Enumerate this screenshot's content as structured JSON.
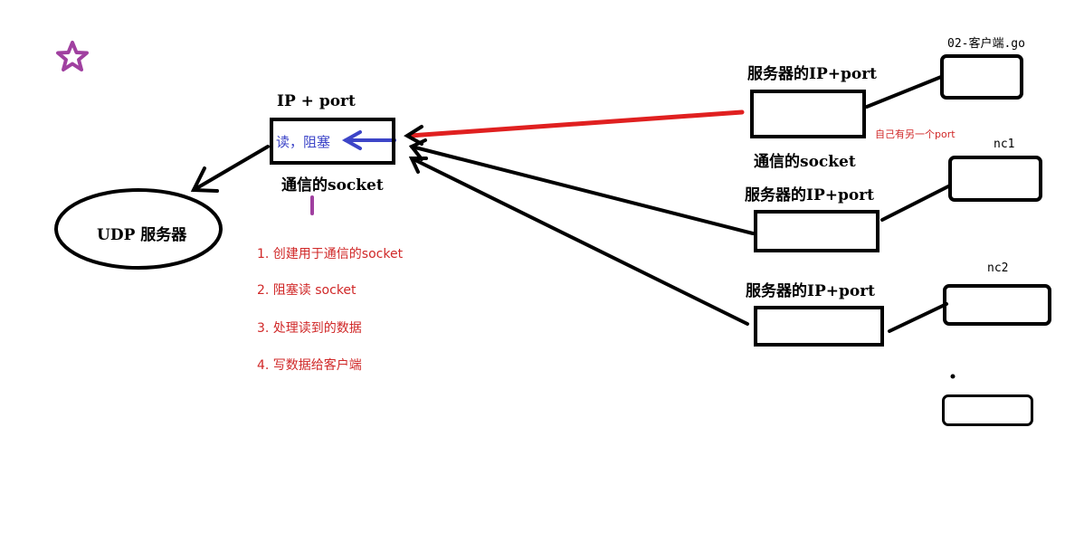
{
  "colors": {
    "line": "#000000",
    "red_arrow": "#e02020",
    "blue_arrow": "#3d45c8",
    "purple": "#a040a0",
    "step_text": "#d02828"
  },
  "icons": {
    "star": "star-icon"
  },
  "udp_server": {
    "label": "UDP 服务器"
  },
  "server_socket": {
    "top_label": "IP + port",
    "inner_label": "读，阻塞",
    "bottom_label": "通信的socket"
  },
  "steps": [
    "1. 创建用于通信的socket",
    "2. 阻塞读 socket",
    "3. 处理读到的数据",
    "4. 写数据给客户端"
  ],
  "client_group_1": {
    "socket_label": "服务器的IP+port",
    "note": "自己有另一个port",
    "bottom_label": "通信的socket",
    "client_label": "02-客户端.go"
  },
  "client_group_2": {
    "socket_label": "服务器的IP+port",
    "client_label": "nc1"
  },
  "client_group_3": {
    "socket_label": "服务器的IP+port",
    "client_label": "nc2"
  },
  "ellipsis": "."
}
